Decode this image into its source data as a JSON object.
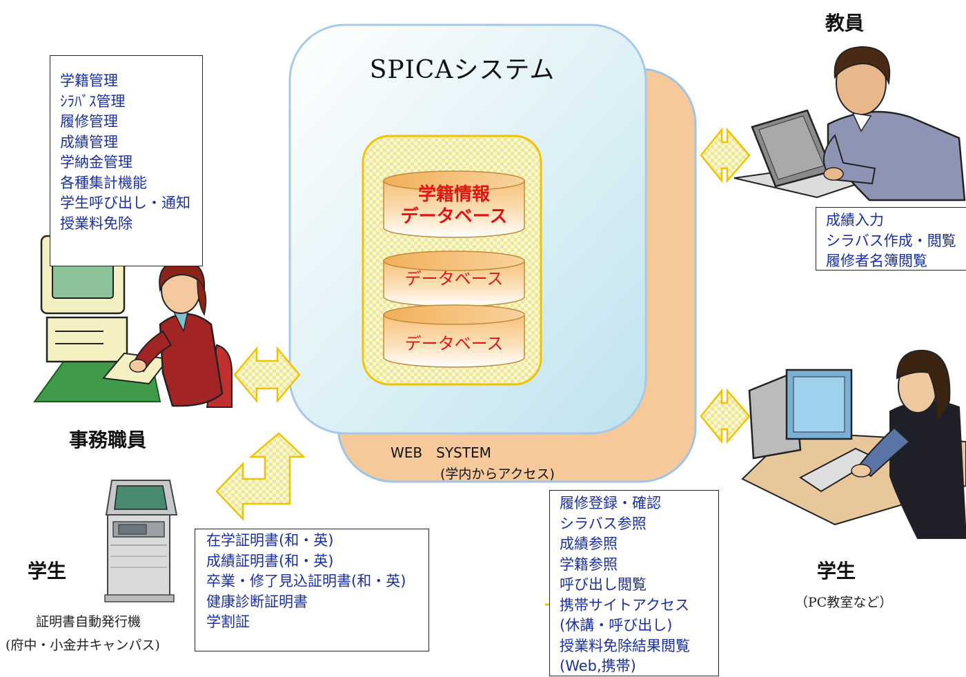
{
  "system": {
    "title": "SPICAシステム",
    "web_label": "WEB　SYSTEM",
    "access_note": "(学内からアクセス)"
  },
  "databases": [
    {
      "lines": [
        "学籍情報",
        "データベース"
      ],
      "emphasis": true
    },
    {
      "lines": [
        "データベース"
      ],
      "emphasis": false
    },
    {
      "lines": [
        "データベース"
      ],
      "emphasis": false
    }
  ],
  "staff": {
    "label": "事務職員",
    "functions": [
      "学籍管理",
      "ｼﾗﾊﾞｽ管理",
      "履修管理",
      "成績管理",
      "学納金管理",
      "各種集計機能",
      "学生呼び出し・通知",
      "授業料免除"
    ]
  },
  "faculty": {
    "label": "教員",
    "functions": [
      "成績入力",
      "シラバス作成・閲覧",
      "履修者名簿閲覧"
    ]
  },
  "kiosk_student": {
    "label": "学生",
    "machine_label": "証明書自動発行機",
    "campus_note": "(府中・小金井キャンパス)",
    "functions": [
      "在学証明書(和・英)",
      "成績証明書(和・英)",
      "卒業・修了見込証明書(和・英)",
      "健康診断証明書",
      "学割証"
    ]
  },
  "pc_student": {
    "label": "学生",
    "location_note": "（PC教室など）",
    "functions": [
      "履修登録・確認",
      "シラバス参照",
      "成績参照",
      "学籍参照",
      "呼び出し閲覧",
      "携帯サイトアクセス",
      "(休講・呼び出し)",
      "授業料免除結果閲覧",
      "(Web,携帯)"
    ]
  },
  "colors": {
    "panel_border": "#a8c8e8",
    "web_panel": "#f6c99a",
    "function_text": "#1a2fa0",
    "db_text": "#e01515",
    "arrow_outline": "#f2c200"
  }
}
